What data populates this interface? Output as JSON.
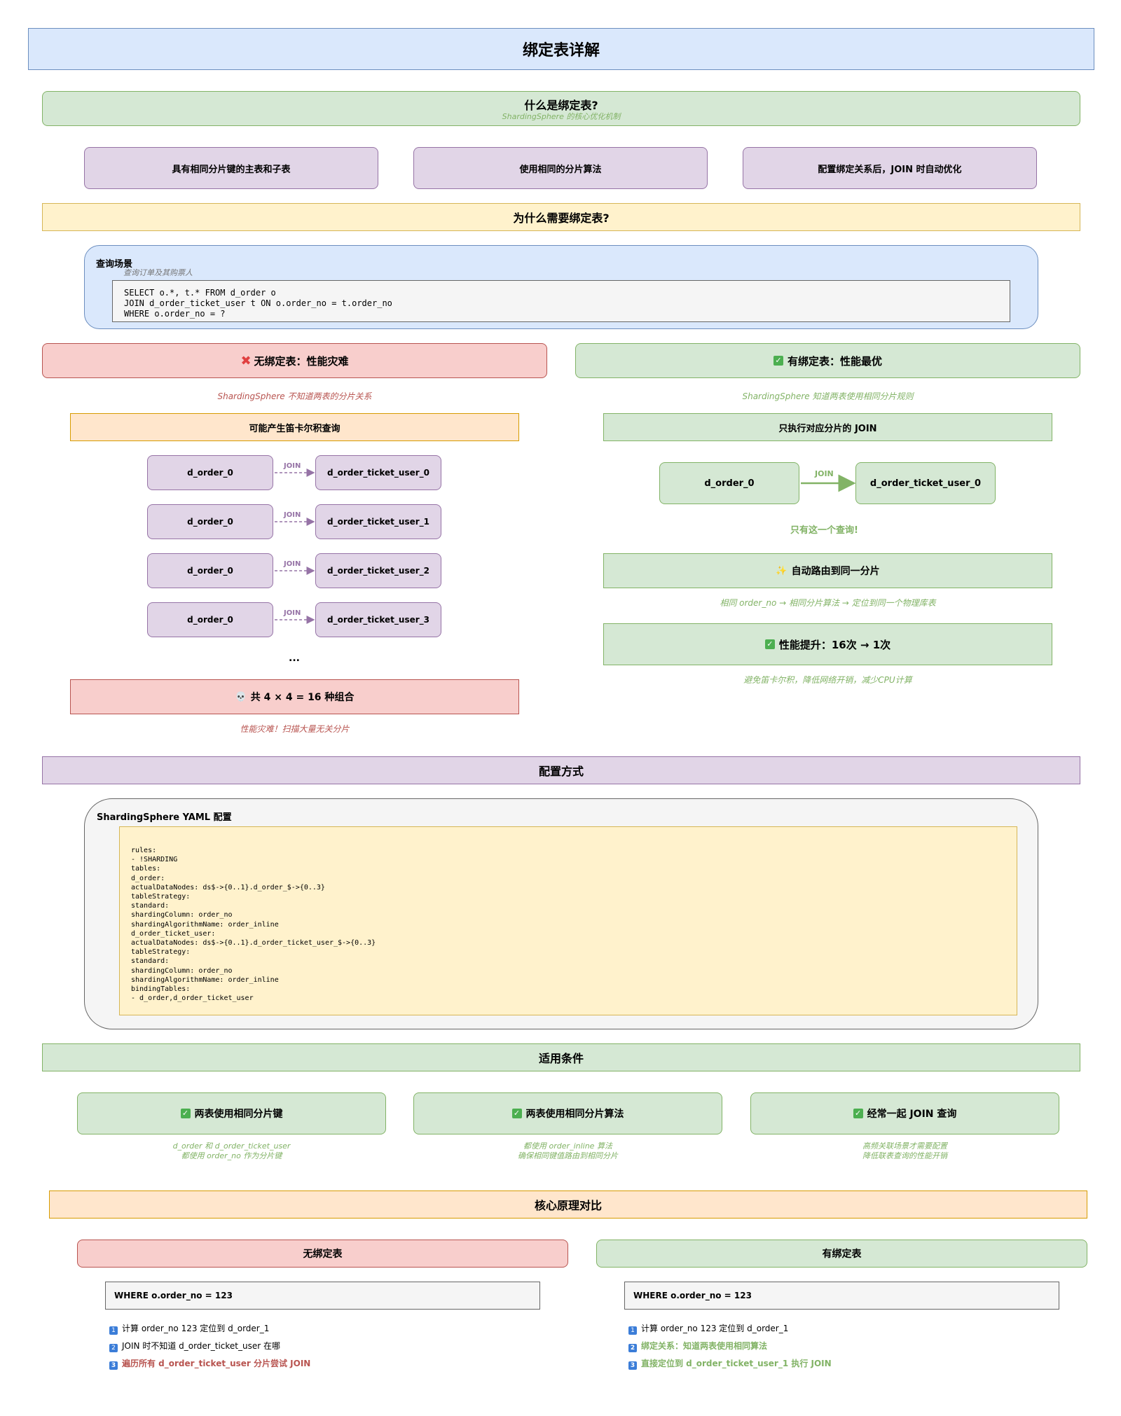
{
  "title": "绑定表详解",
  "what": {
    "heading": "什么是绑定表?",
    "subtitle": "ShardingSphere 的核心优化机制",
    "items": [
      "具有相同分片键的主表和子表",
      "使用相同的分片算法",
      "配置绑定关系后，JOIN 时自动优化"
    ]
  },
  "why": {
    "heading": "为什么需要绑定表?",
    "scenario_title": "查询场景",
    "scenario_subtitle": "查询订单及其购票人",
    "sql": "SELECT o.*, t.* FROM d_order o\nJOIN d_order_ticket_user t ON o.order_no = t.order_no\nWHERE o.order_no = ?"
  },
  "without": {
    "heading": "无绑定表：性能灾难",
    "note": "ShardingSphere 不知道两表的分片关系",
    "box": "可能产生笛卡尔积查询",
    "left_table": "d_order_0",
    "right_tables": [
      "d_order_ticket_user_0",
      "d_order_ticket_user_1",
      "d_order_ticket_user_2",
      "d_order_ticket_user_3"
    ],
    "join_label": "JOIN",
    "ellipsis": "...",
    "total_icon": "💀",
    "total": "共 4 × 4 = 16 种组合",
    "total_note": "性能灾难！扫描大量无关分片"
  },
  "with": {
    "heading": "有绑定表：性能最优",
    "note": "ShardingSphere 知道两表使用相同分片规则",
    "box": "只执行对应分片的 JOIN",
    "left_table": "d_order_0",
    "right_table": "d_order_ticket_user_0",
    "join_label": "JOIN",
    "only_one": "只有这一个查询!",
    "route_icon": "✨",
    "route": "自动路由到同一分片",
    "route_note": "相同 order_no → 相同分片算法 → 定位到同一个物理库表",
    "perf": "性能提升：16次 → 1次",
    "perf_note": "避免笛卡尔积，降低网络开销，减少CPU计算"
  },
  "config": {
    "heading": "配置方式",
    "panel_title": "ShardingSphere YAML 配置",
    "yaml": "rules:\n- !SHARDING\ntables:\nd_order:\nactualDataNodes: ds$->{0..1}.d_order_$->{0..3}\ntableStrategy:\nstandard:\nshardingColumn: order_no\nshardingAlgorithmName: order_inline\nd_order_ticket_user:\nactualDataNodes: ds$->{0..1}.d_order_ticket_user_$->{0..3}\ntableStrategy:\nstandard:\nshardingColumn: order_no\nshardingAlgorithmName: order_inline\nbindingTables:\n- d_order,d_order_ticket_user"
  },
  "conditions": {
    "heading": "适用条件",
    "items": [
      {
        "title": "两表使用相同分片键",
        "note1": "d_order 和 d_order_ticket_user",
        "note2": "都使用 order_no 作为分片键"
      },
      {
        "title": "两表使用相同分片算法",
        "note1": "都使用 order_inline 算法",
        "note2": "确保相同键值路由到相同分片"
      },
      {
        "title": "经常一起 JOIN 查询",
        "note1": "高频关联场景才需要配置",
        "note2": "降低联表查询的性能开销"
      }
    ]
  },
  "compare": {
    "heading": "核心原理对比",
    "left": {
      "title": "无绑定表",
      "where": "WHERE o.order_no = 123",
      "steps": [
        "计算 order_no 123 定位到 d_order_1",
        "JOIN 时不知道 d_order_ticket_user 在哪",
        "遍历所有 d_order_ticket_user 分片尝试 JOIN"
      ]
    },
    "right": {
      "title": "有绑定表",
      "where": "WHERE o.order_no = 123",
      "steps": [
        "计算 order_no 123 定位到 d_order_1",
        "绑定关系：知道两表使用相同算法",
        "直接定位到 d_order_ticket_user_1 执行 JOIN"
      ]
    },
    "step_numbers": [
      "1",
      "2",
      "3"
    ]
  },
  "colors": {
    "join_dashed": "#9673a6",
    "join_solid": "#82b366"
  }
}
